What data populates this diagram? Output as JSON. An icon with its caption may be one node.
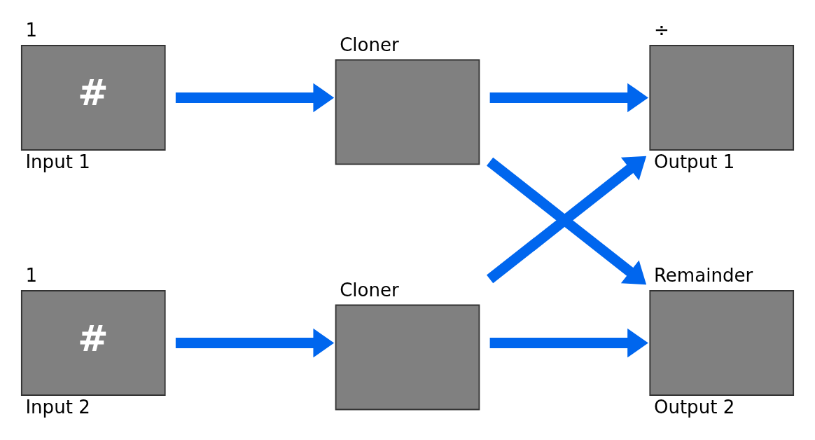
{
  "diagram": {
    "nodes": [
      {
        "text": [
          "1",
          "#"
        ],
        "beside": [
          "Input 1"
        ]
      },
      {
        "text": [
          "Cloner"
        ]
      },
      {
        "text": [
          "÷"
        ],
        "beside": [
          "Output 1"
        ]
      },
      {
        "text": [
          "1",
          "#"
        ],
        "beside": [
          "Input 2"
        ]
      },
      {
        "text": [
          "Cloner"
        ]
      },
      {
        "text": [
          "Remainder"
        ],
        "beside": [
          "Output 2"
        ]
      }
    ],
    "edges": [
      {
        "from": 0,
        "to": 1,
        "arrow": "to"
      },
      {
        "from": 1,
        "to": 2,
        "arrow": "to"
      },
      {
        "from": 1,
        "to": 5,
        "arrow": "to"
      },
      {
        "from": 3,
        "to": 4,
        "arrow": "to"
      },
      {
        "from": 4,
        "to": 2,
        "arrow": "to"
      },
      {
        "from": 4,
        "to": 5,
        "arrow": "to"
      }
    ]
  }
}
